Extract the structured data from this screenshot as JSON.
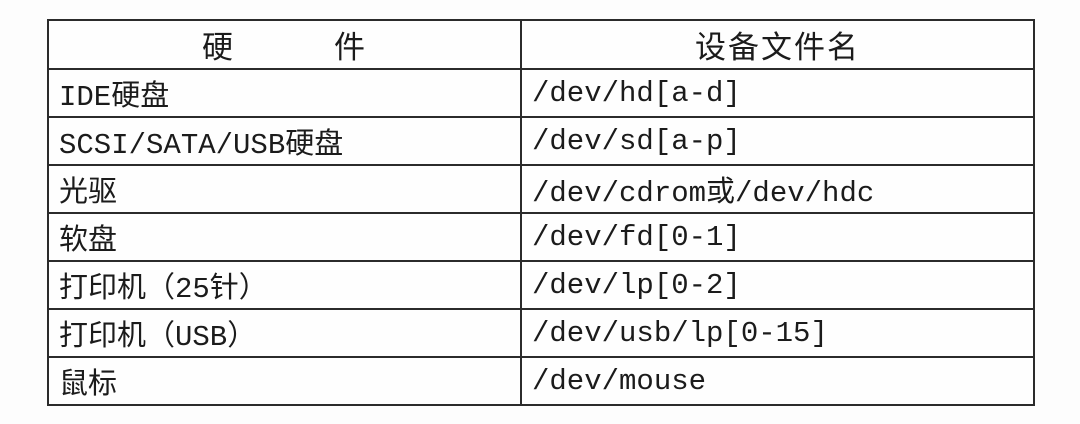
{
  "table": {
    "title": "linux-device-file-table",
    "colors": {
      "border": "#2b2b2b",
      "text": "#1b1b1b",
      "background": "#fefefe",
      "page_background": "#fdfdfd"
    },
    "headers": {
      "hardware": "硬　　　件",
      "device": "设备文件名"
    },
    "rows": [
      {
        "hardware": "IDE硬盘",
        "device": "/dev/hd[a-d]"
      },
      {
        "hardware": "SCSI/SATA/USB硬盘",
        "device": "/dev/sd[a-p]"
      },
      {
        "hardware": "光驱",
        "device": "/dev/cdrom或/dev/hdc"
      },
      {
        "hardware": "软盘",
        "device": "/dev/fd[0-1]"
      },
      {
        "hardware": "打印机（25针）",
        "device": "/dev/lp[0-2]"
      },
      {
        "hardware": "打印机（USB）",
        "device": "/dev/usb/lp[0-15]"
      },
      {
        "hardware": "鼠标",
        "device": "/dev/mouse"
      }
    ]
  }
}
